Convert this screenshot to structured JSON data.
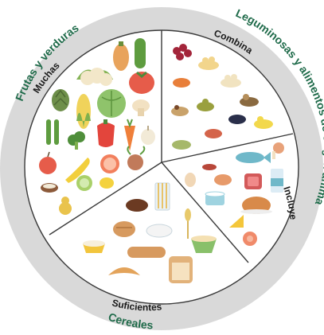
{
  "plate": {
    "colors": {
      "ring": "#d9d9d9",
      "plate": "#ffffff",
      "outline": "#3a3a3a",
      "outer_label": "#1f6b4a",
      "inner_label": "#1a1a1a"
    },
    "sections": {
      "fruits_vegetables": {
        "outer_label": "Frutas y verduras",
        "inner_label": "Muchas",
        "items": [
          "squash",
          "cucumber",
          "tomato",
          "cauliflower",
          "artichoke",
          "corn",
          "cabbage",
          "mushroom",
          "pea-pod",
          "broccoli",
          "bell-pepper",
          "carrot",
          "garlic",
          "apple",
          "banana",
          "grapefruit",
          "fig",
          "coconut",
          "lime",
          "pear"
        ]
      },
      "legumes_animal": {
        "outer_label": "Leguminosas y alimentos de origen animal",
        "inner_label": "Combina",
        "items": [
          "red-beans",
          "chickpeas",
          "white-beans",
          "lentils",
          "green-lentils",
          "mixed-beans",
          "black-beans",
          "yellow-lentils",
          "pinto-beans",
          "soybeans",
          "fish",
          "chicken-leg",
          "sausage",
          "egg",
          "ham",
          "milk",
          "cheese",
          "roast-chicken",
          "yogurt",
          "salmon"
        ]
      },
      "animal_inner": {
        "inner_label": "Incluye"
      },
      "cereals": {
        "outer_label": "Cereales",
        "inner_label": "Suficientes",
        "items": [
          "pasta",
          "chocolate-cake",
          "bread-loaf",
          "rice-bowl",
          "wheat",
          "oats",
          "bread-slice",
          "croissant",
          "flour",
          "cereal-box",
          "baguette"
        ]
      }
    }
  }
}
